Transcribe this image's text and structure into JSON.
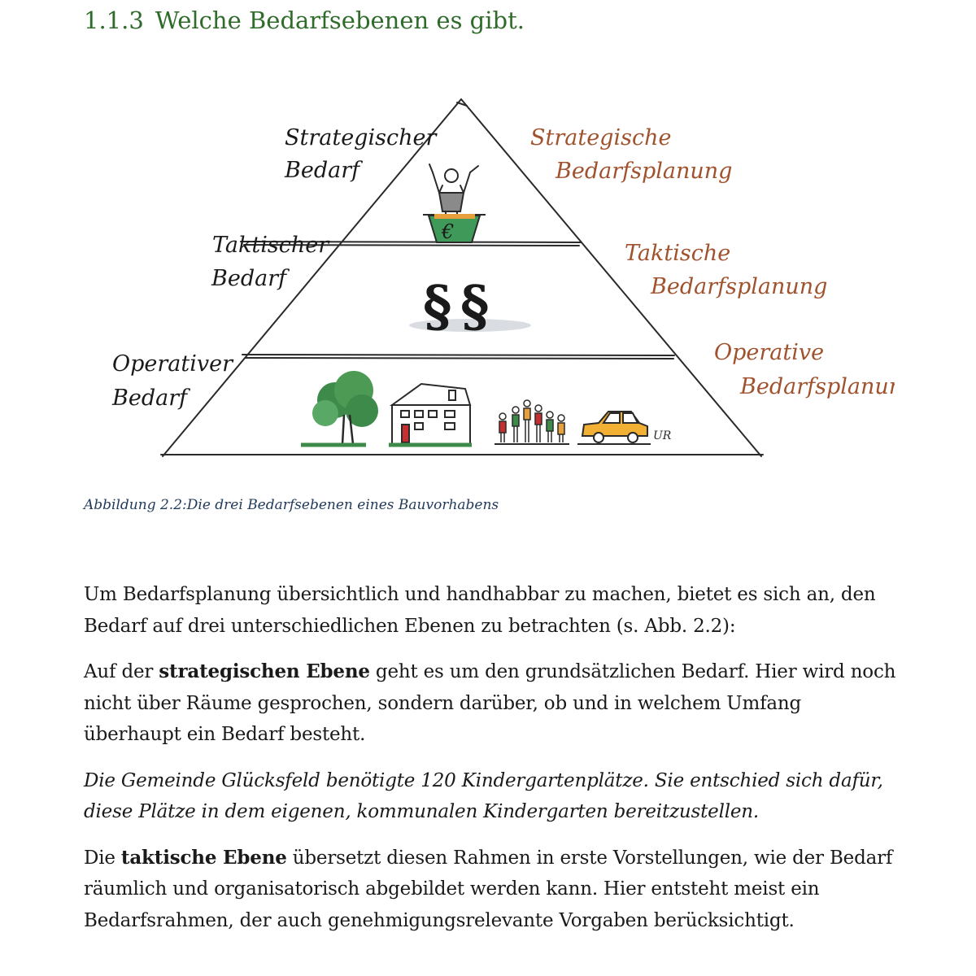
{
  "heading": {
    "number": "1.1.3",
    "title": "Welche Bedarfsebenen es gibt."
  },
  "figure": {
    "left_labels": [
      {
        "line1": "Strategischer",
        "line2": "Bedarf"
      },
      {
        "line1": "Taktischer",
        "line2": "Bedarf"
      },
      {
        "line1": "Operativer",
        "line2": "Bedarf"
      }
    ],
    "right_labels": [
      {
        "line1": "Strategische",
        "line2": "Bedarfsplanung"
      },
      {
        "line1": "Taktische",
        "line2": "Bedarfsplanung"
      },
      {
        "line1": "Operative",
        "line2": "Bedarfsplanung"
      }
    ],
    "euro_symbol": "€",
    "paragraph_symbol": "§",
    "signature": "UR",
    "colors": {
      "left_label": "#1a1a1a",
      "right_label": "#a0522d",
      "line": "#2a2a2a",
      "tree": "#3d8a4a",
      "car": "#f2b134",
      "basket": "#3f9a5a"
    },
    "icons": [
      "person-icon",
      "euro-basket-icon",
      "paragraph-icon",
      "tree-icon",
      "house-icon",
      "people-group-icon",
      "car-icon"
    ]
  },
  "caption": {
    "label": "Abbildung 2.2:",
    "text": "Die drei Bedarfsebenen eines Bauvorhabens"
  },
  "paragraphs": {
    "p1": "Um Bedarfsplanung übersichtlich und handhabbar zu machen, bietet es sich an, den Bedarf auf drei unterschiedlichen Ebenen zu betrachten (s. Abb. 2.2):",
    "p2_pre": "Auf der ",
    "p2_bold": "strategischen Ebene",
    "p2_post": " geht es um den grundsätzlichen Bedarf. Hier wird noch nicht über Räume gesprochen, sondern darüber, ob und in welchem Umfang überhaupt ein Bedarf besteht.",
    "p3": "Die Gemeinde Glücksfeld benötigte 120 Kindergartenplätze. Sie entschied sich dafür, diese Plätze in dem eigenen, kommunalen Kindergarten bereitzustellen.",
    "p4_pre": "Die ",
    "p4_bold": "taktische Ebene",
    "p4_post": " übersetzt diesen Rahmen in erste Vorstellungen, wie der Bedarf räumlich und organisatorisch abgebildet werden kann. Hier entsteht meist ein Bedarfsrahmen, der auch genehmigungsrelevante Vorgaben berücksichtigt."
  }
}
